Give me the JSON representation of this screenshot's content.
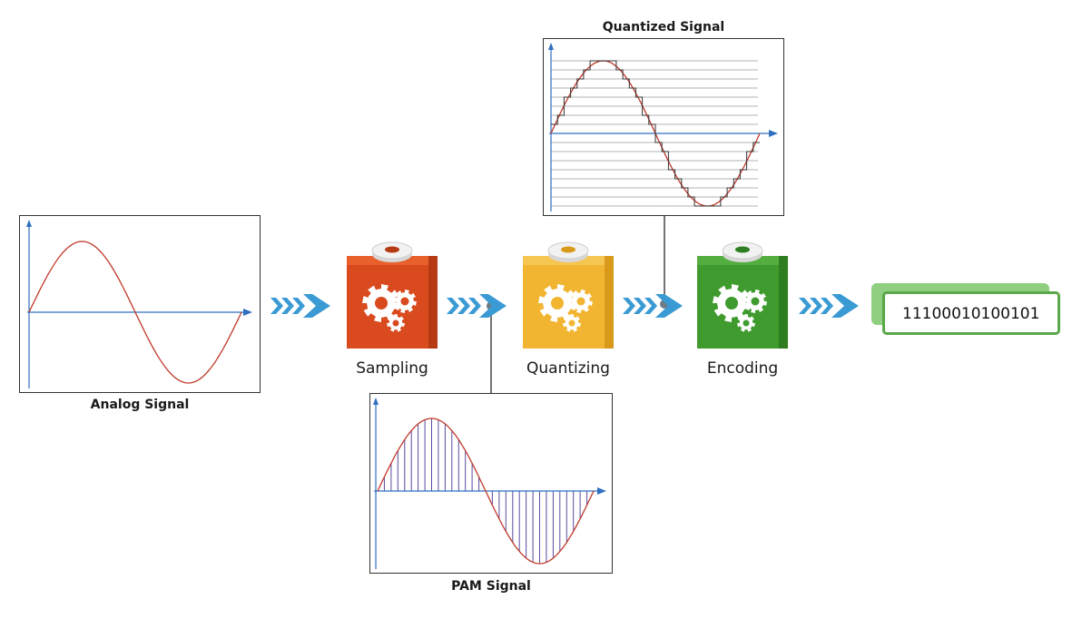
{
  "plots": {
    "analog": {
      "caption": "Analog Signal"
    },
    "pam": {
      "caption": "PAM Signal"
    },
    "quantized": {
      "caption": "Quantized Signal"
    }
  },
  "stages": [
    {
      "label": "Sampling",
      "color": "#d94a1e",
      "top_color": "#e8602c",
      "side_color": "#b53a14"
    },
    {
      "label": "Quantizing",
      "color": "#f2b531",
      "top_color": "#f6c653",
      "side_color": "#d99a1c"
    },
    {
      "label": "Encoding",
      "color": "#3f9b2e",
      "top_color": "#53ad3f",
      "side_color": "#2e7e21"
    }
  ],
  "output": {
    "bits": "11100010100101",
    "border_color": "#5aa84a"
  },
  "colors": {
    "arrow": "#3a9ad4",
    "signal": "#c0392b",
    "axis": "#2f6fc0"
  },
  "icons": [
    "gears-icon",
    "knob-icon",
    "chevron-arrow-icon",
    "connector-dot-icon"
  ]
}
